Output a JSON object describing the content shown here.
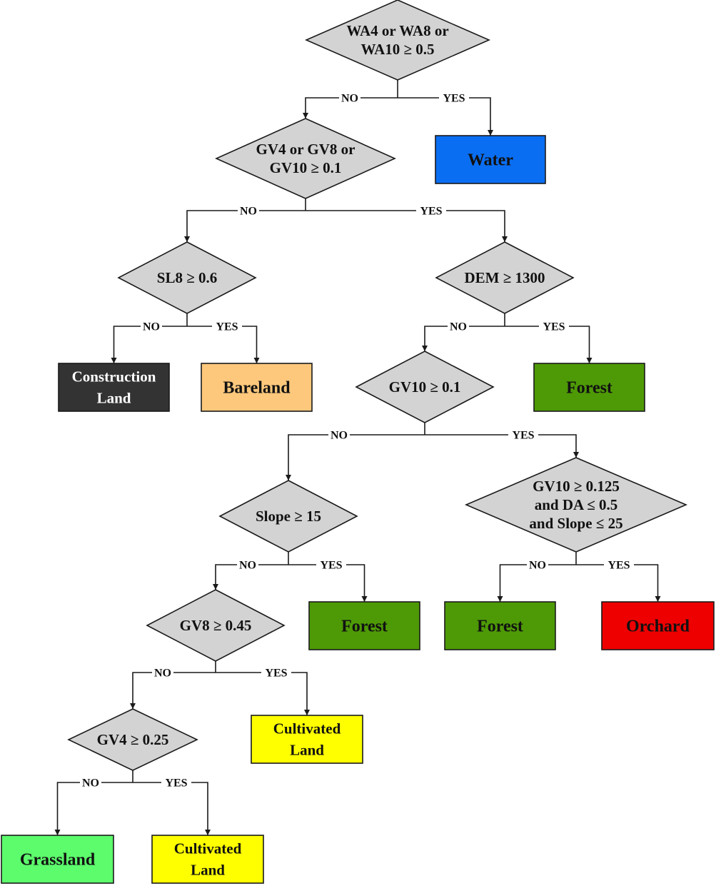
{
  "decisions": [
    {
      "id": "d1",
      "lines": [
        "WA4 or WA8 or",
        "WA10 ≥ 0.5"
      ]
    },
    {
      "id": "d2",
      "lines": [
        "GV4 or GV8 or",
        "GV10 ≥ 0.1"
      ]
    },
    {
      "id": "d3",
      "lines": [
        "SL8 ≥ 0.6"
      ]
    },
    {
      "id": "d4",
      "lines": [
        "DEM ≥ 1300"
      ]
    },
    {
      "id": "d5",
      "lines": [
        "GV10 ≥ 0.1"
      ]
    },
    {
      "id": "d6",
      "lines": [
        "Slope ≥ 15"
      ]
    },
    {
      "id": "d7",
      "lines": [
        "GV10 ≥ 0.125",
        "and  DA ≤ 0.5",
        "and Slope ≤ 25"
      ]
    },
    {
      "id": "d8",
      "lines": [
        "GV8 ≥ 0.45"
      ]
    },
    {
      "id": "d9",
      "lines": [
        "GV4 ≥ 0.25"
      ]
    }
  ],
  "leaves": [
    {
      "id": "water",
      "lines": [
        "Water"
      ],
      "fill": "#0a6ef2",
      "text": "#111111"
    },
    {
      "id": "construction",
      "lines": [
        "Construction",
        "Land"
      ],
      "fill": "#333333",
      "text": "#ffffff"
    },
    {
      "id": "bareland",
      "lines": [
        "Bareland"
      ],
      "fill": "#fdc87c",
      "text": "#111111"
    },
    {
      "id": "forest-dem",
      "lines": [
        "Forest"
      ],
      "fill": "#4e9a06",
      "text": "#111111"
    },
    {
      "id": "forest-slope",
      "lines": [
        "Forest"
      ],
      "fill": "#4e9a06",
      "text": "#111111"
    },
    {
      "id": "forest-gv10",
      "lines": [
        "Forest"
      ],
      "fill": "#4e9a06",
      "text": "#111111"
    },
    {
      "id": "orchard",
      "lines": [
        "Orchard"
      ],
      "fill": "#ee0000",
      "text": "#111111"
    },
    {
      "id": "cultivated-gv8",
      "lines": [
        "Cultivated",
        "Land"
      ],
      "fill": "#ffff00",
      "text": "#111111"
    },
    {
      "id": "grassland",
      "lines": [
        "Grassland"
      ],
      "fill": "#5cfc6c",
      "text": "#111111"
    },
    {
      "id": "cultivated-gv4",
      "lines": [
        "Cultivated",
        "Land"
      ],
      "fill": "#ffff00",
      "text": "#111111"
    }
  ],
  "branches": [
    {
      "from": "d1",
      "no": "d2",
      "yes": "water"
    },
    {
      "from": "d2",
      "no": "d3",
      "yes": "d4"
    },
    {
      "from": "d3",
      "no": "construction",
      "yes": "bareland"
    },
    {
      "from": "d4",
      "no": "d5",
      "yes": "forest-dem"
    },
    {
      "from": "d5",
      "no": "d6",
      "yes": "d7"
    },
    {
      "from": "d6",
      "no": "d8",
      "yes": "forest-slope"
    },
    {
      "from": "d7",
      "no": "forest-gv10",
      "yes": "orchard"
    },
    {
      "from": "d8",
      "no": "d9",
      "yes": "cultivated-gv8"
    },
    {
      "from": "d9",
      "no": "grassland",
      "yes": "cultivated-gv4"
    }
  ],
  "edge_labels": {
    "no": "NO",
    "yes": "YES"
  },
  "colors": {
    "decision_fill": "#d3d3d3",
    "line": "#1a1a1a"
  }
}
